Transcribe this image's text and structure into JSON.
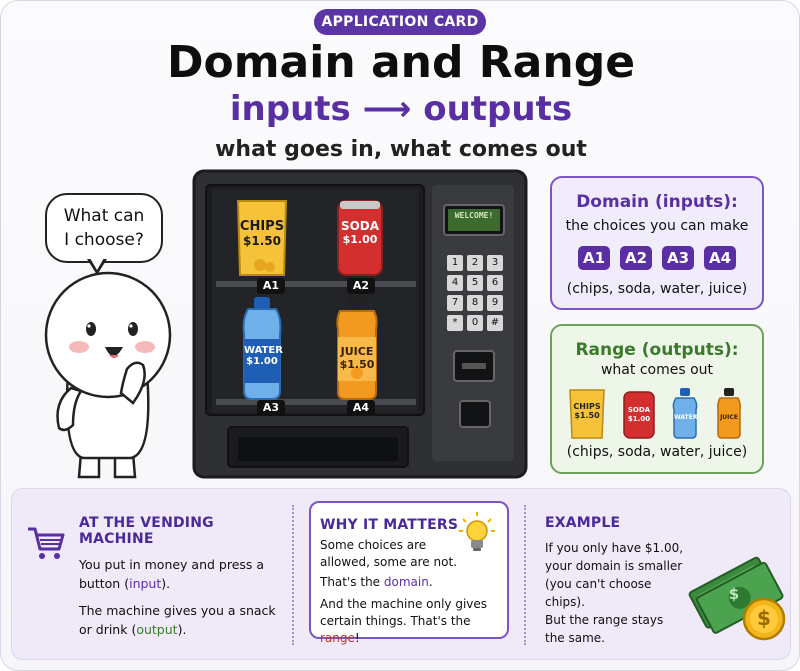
{
  "header": {
    "badge": "APPLICATION CARD",
    "title": "Domain and Range",
    "subtitle": "inputs ⟶ outputs",
    "tagline": "what goes in, what comes out"
  },
  "speech_bubble": {
    "line1": "What can",
    "line2": "I choose?"
  },
  "machine": {
    "display": "WELCOME!",
    "keypad": [
      "1",
      "2",
      "3",
      "4",
      "5",
      "6",
      "7",
      "8",
      "9",
      "*",
      "0",
      "#"
    ],
    "slots": [
      {
        "code": "A1",
        "name": "CHIPS",
        "price": "$1.50"
      },
      {
        "code": "A2",
        "name": "SODA",
        "price": "$1.00"
      },
      {
        "code": "A3",
        "name": "WATER",
        "price": "$1.00"
      },
      {
        "code": "A4",
        "name": "JUICE",
        "price": "$1.50"
      }
    ]
  },
  "domain_panel": {
    "title": "Domain (inputs):",
    "subtitle": "the choices you can make",
    "buttons": [
      "A1",
      "A2",
      "A3",
      "A4"
    ],
    "footer": "(chips, soda, water, juice)"
  },
  "range_panel": {
    "title": "Range (outputs):",
    "subtitle": "what comes out",
    "items": [
      {
        "name": "CHIPS",
        "price": "$1.50"
      },
      {
        "name": "SODA",
        "price": "$1.00"
      },
      {
        "name": "WATER",
        "price": ""
      },
      {
        "name": "JUICE",
        "price": ""
      }
    ],
    "footer": "(chips, soda, water, juice)"
  },
  "bottom": {
    "vending": {
      "title": "AT THE VENDING MACHINE",
      "p1_a": "You put in money and press a button (",
      "p1_hl": "input",
      "p1_b": ").",
      "p2_a": "The machine gives you a snack or drink (",
      "p2_hl": "output",
      "p2_b": ")."
    },
    "why": {
      "title": "WHY IT MATTERS",
      "p1": "Some choices are allowed, some are not.",
      "p2_a": "That's the ",
      "p2_hl": "domain",
      "p2_b": ".",
      "p3_a": "And the machine only gives certain things. That's the ",
      "p3_hl": "range",
      "p3_b": "!"
    },
    "example": {
      "title": "EXAMPLE",
      "p1": "If you only have $1.00, your domain is smaller (you can't choose chips).",
      "p2": "But the range stays the same.",
      "coin": "$"
    }
  },
  "colors": {
    "accent": "#5b35a6",
    "green": "#3a7a2a",
    "machine": "#2f3033"
  }
}
